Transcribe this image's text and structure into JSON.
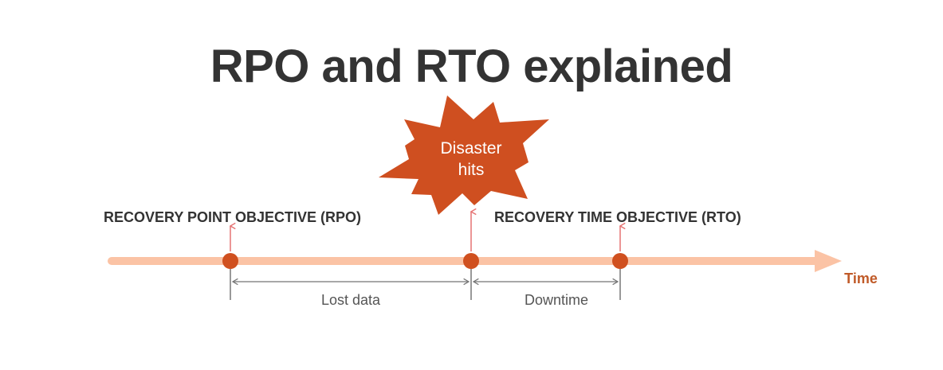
{
  "title": "RPO and RTO explained",
  "event": {
    "label_line1": "Disaster",
    "label_line2": "hits"
  },
  "labels": {
    "rpo": "RECOVERY POINT OBJECTIVE (RPO)",
    "rto": "RECOVERY TIME OBJECTIVE (RTO)",
    "time": "Time"
  },
  "spans": {
    "lost_data": "Lost data",
    "downtime": "Downtime"
  },
  "colors": {
    "timeline": "#fbc3a5",
    "point": "#d0501f",
    "marker_arrow": "#e57373",
    "burst": "#cf4f20",
    "title": "#333333",
    "time_label": "#c05a28",
    "measure": "#757575"
  }
}
